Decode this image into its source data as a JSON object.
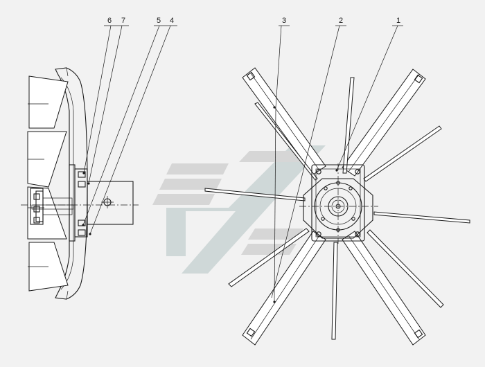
{
  "callouts": {
    "part1": "1",
    "part2": "2",
    "part3": "3",
    "part4": "4",
    "part5": "5",
    "part6": "6",
    "part7": "7"
  },
  "colors": {
    "background": "#f2f2f2",
    "line": "#1a1a1a",
    "watermark": "#d6d6d6"
  }
}
